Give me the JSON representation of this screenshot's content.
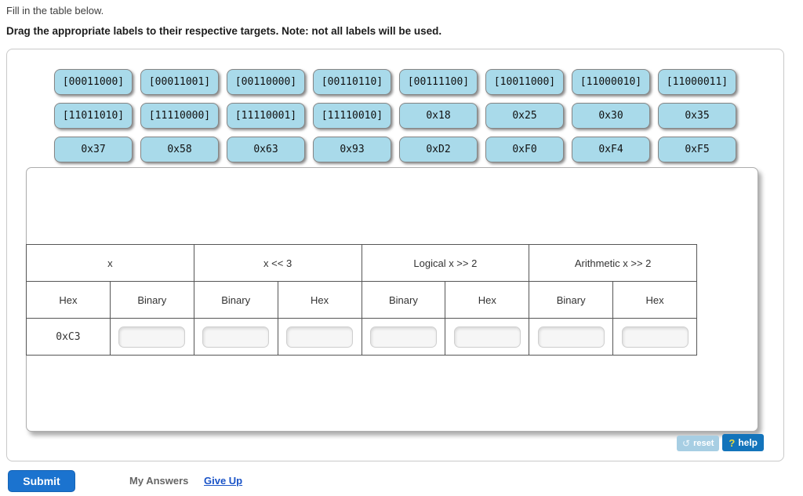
{
  "instructions": {
    "line1": "Fill in the table below.",
    "line2": "Drag the appropriate labels to their respective targets. Note: not all labels will be used."
  },
  "label_bank": {
    "rows": [
      [
        "[00011000]",
        "[00011001]",
        "[00110000]",
        "[00110110]",
        "[00111100]",
        "[10011000]",
        "[11000010]",
        "[11000011]"
      ],
      [
        "[11011010]",
        "[11110000]",
        "[11110001]",
        "[11110010]",
        "0x18",
        "0x25",
        "0x30",
        "0x35"
      ],
      [
        "0x37",
        "0x58",
        "0x63",
        "0x93",
        "0xD2",
        "0xF0",
        "0xF4",
        "0xF5"
      ]
    ]
  },
  "table": {
    "group_headers": [
      {
        "label": "x",
        "span": 2
      },
      {
        "label": "x << 3",
        "span": 2
      },
      {
        "label": "Logical x >> 2",
        "span": 2
      },
      {
        "label": "Arithmetic x >> 2",
        "span": 2
      }
    ],
    "sub_headers": [
      "Hex",
      "Binary",
      "Binary",
      "Hex",
      "Binary",
      "Hex",
      "Binary",
      "Hex"
    ],
    "row": {
      "hex_value": "0xC3"
    }
  },
  "panel_actions": {
    "reset_icon": "↺",
    "reset_label": "reset",
    "help_icon": "?",
    "help_label": "help"
  },
  "footer": {
    "submit_label": "Submit",
    "my_answers_label": "My Answers",
    "give_up_label": "Give Up"
  },
  "colors": {
    "label_bg": "#a9daea",
    "reset_bg": "#a7cee3",
    "help_bg": "#1374bb",
    "submit_bg": "#1b73cf",
    "link": "#1a53c7"
  }
}
